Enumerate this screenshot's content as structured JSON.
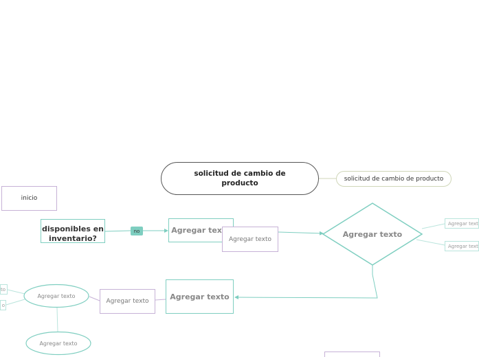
{
  "diagram": {
    "main_title": "solicitud de cambio de producto",
    "main_subtopic": "solicitud de cambio de producto",
    "inicio": "inicio",
    "disponibles": "disponibles en inventario?",
    "edge_label_no": "no",
    "placeholder_bold": "Agregar texto",
    "placeholder_purple": "Agregar texto",
    "decision": "Agregar texto",
    "right_subtopic_1": "Agregar texto",
    "right_subtopic_2": "Agregar texto",
    "left_subtopic_1": "to",
    "left_subtopic_2": "o",
    "ellipse_1": "Agregar texto",
    "ellipse_2": "Agregar texto",
    "bottom_box": ""
  },
  "colors": {
    "teal": "#7ecec0",
    "teal_light": "#b9e4dc",
    "purple": "#c6b1d6",
    "main_border": "#555555",
    "pill_border": "#cfd6b8"
  }
}
